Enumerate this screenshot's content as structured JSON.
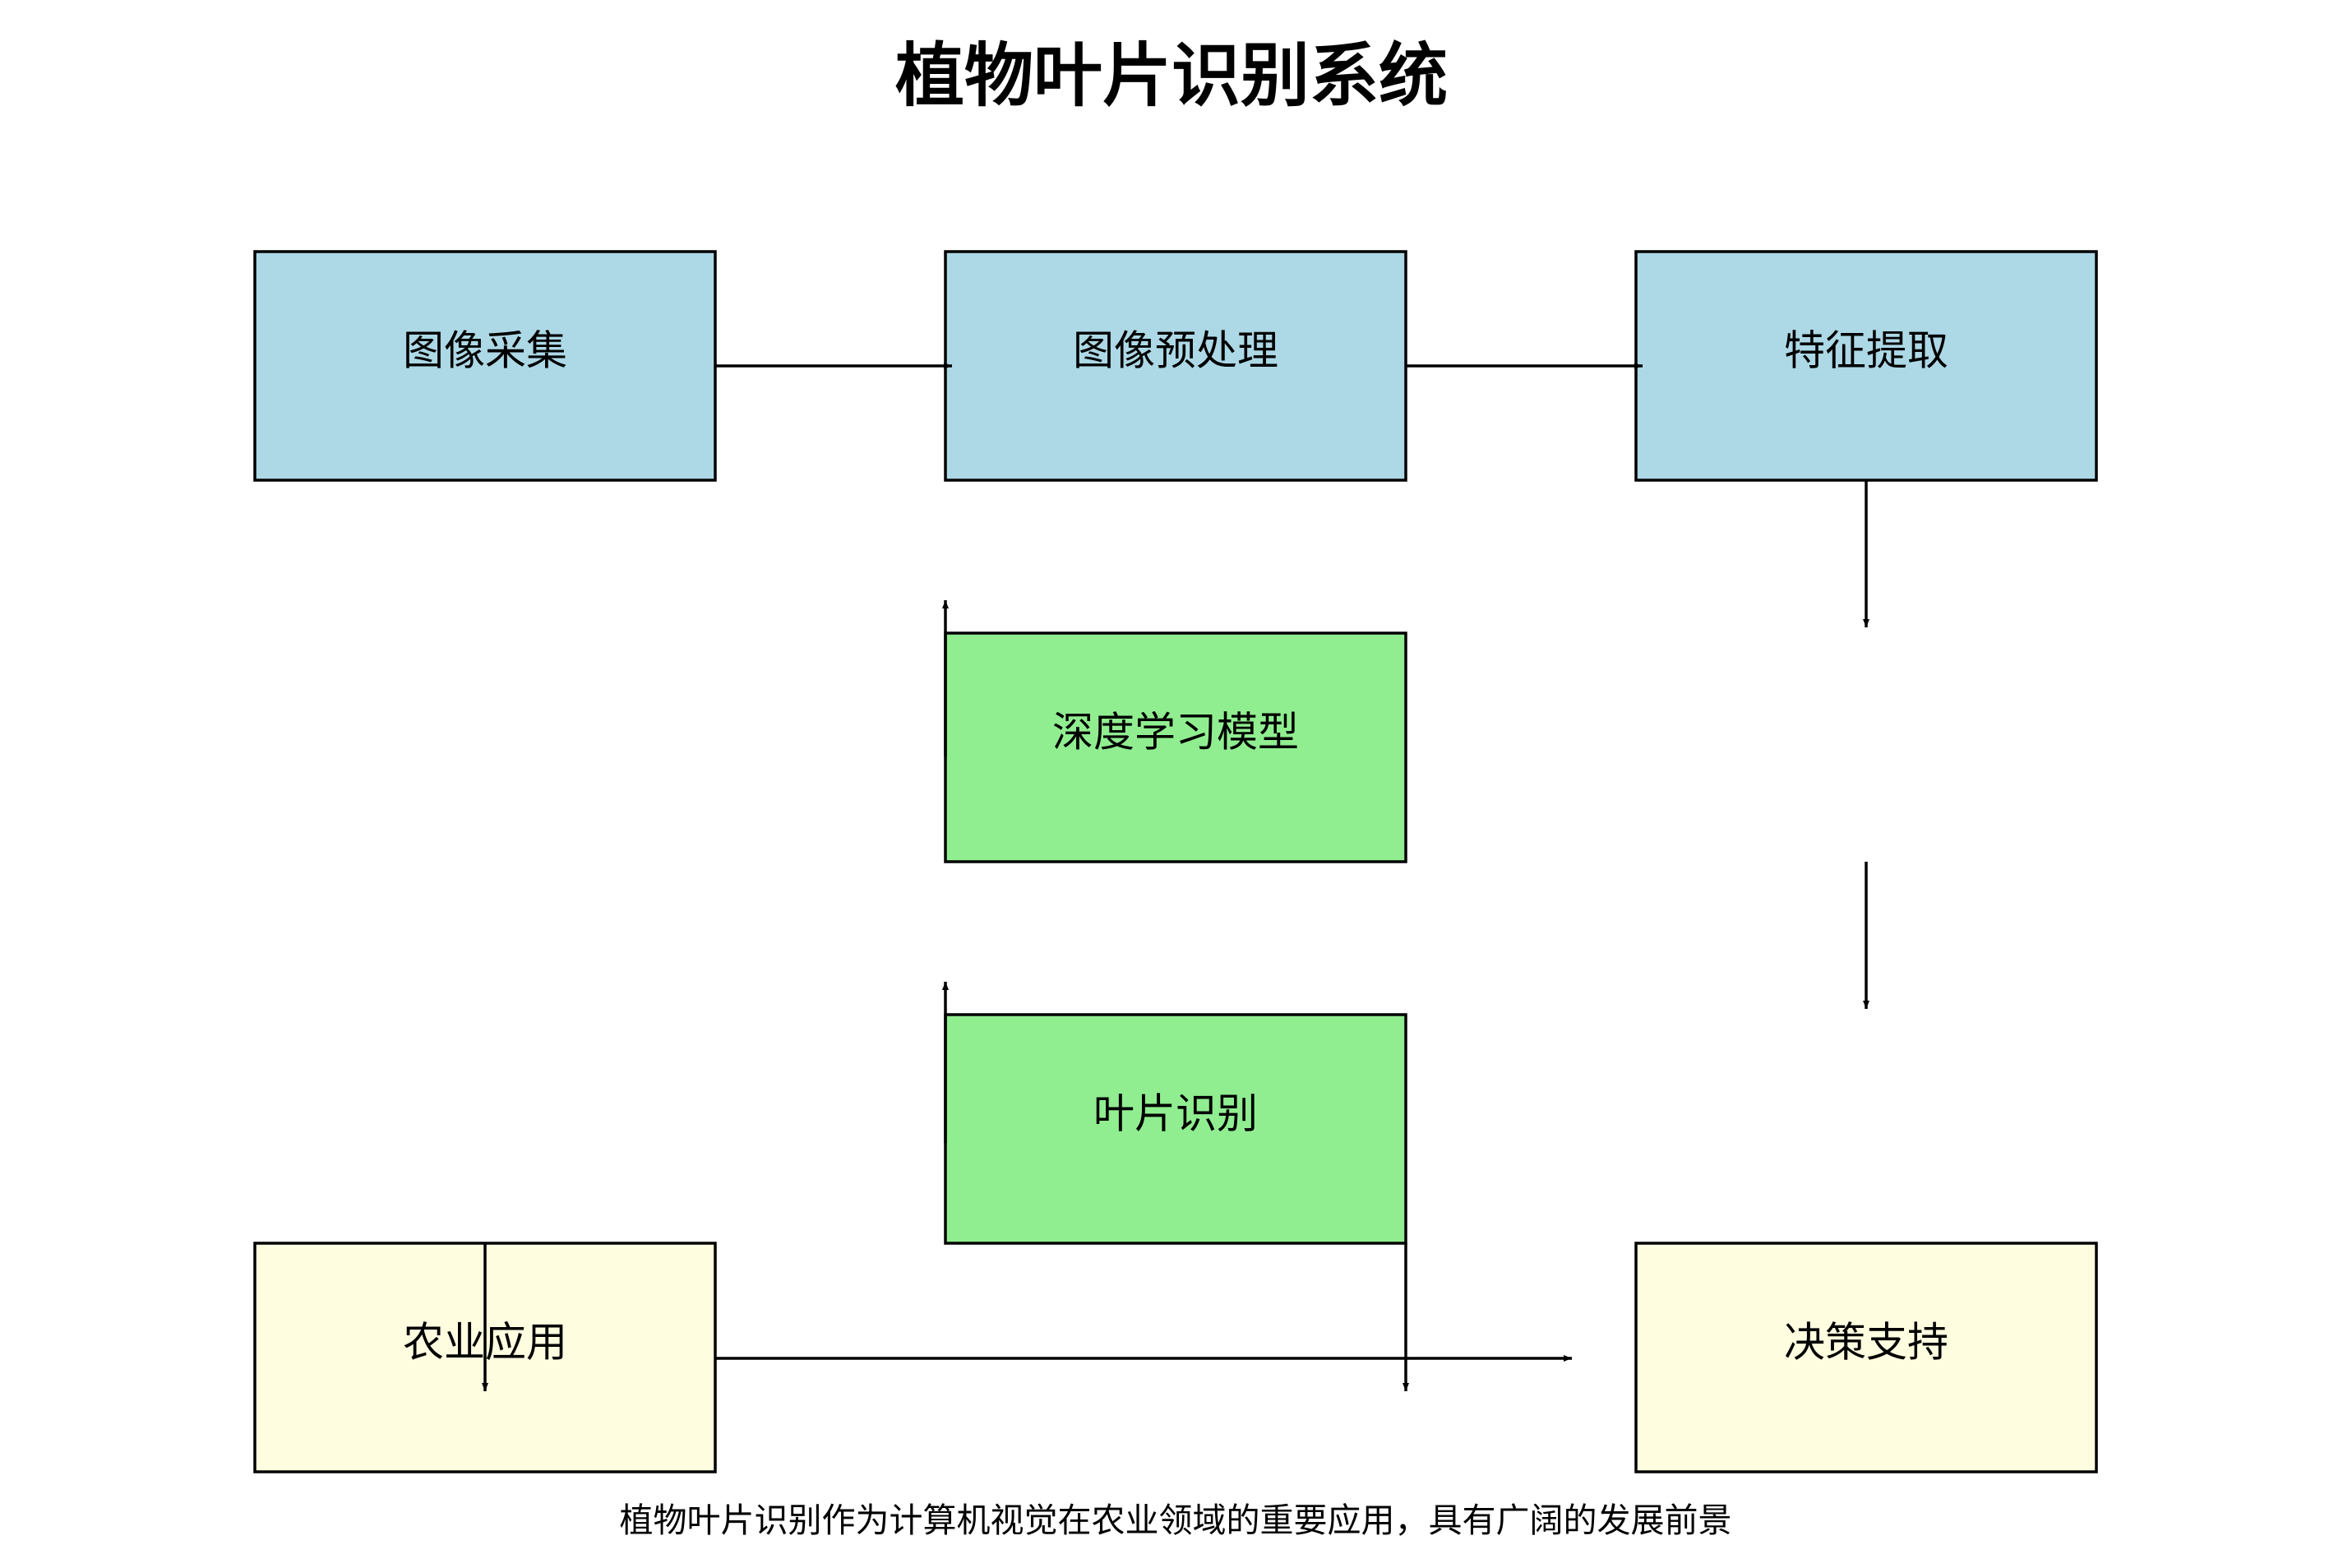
{
  "title": "植物叶片识别系统",
  "footer": "植物叶片识别作为计算机视觉在农业领域的重要应用，具有广阔的发展前景",
  "colors": {
    "blue": "#add8e6",
    "green": "#90ee90",
    "yellow": "#fffde0",
    "stroke": "#000000"
  },
  "nodes": {
    "image_capture": "图像采集",
    "preprocess": "图像预处理",
    "feature_extraction": "特征提取",
    "deep_learning": "深度学习模型",
    "leaf_recognition": "叶片识别",
    "agri_application": "农业应用",
    "decision_support": "决策支持"
  }
}
